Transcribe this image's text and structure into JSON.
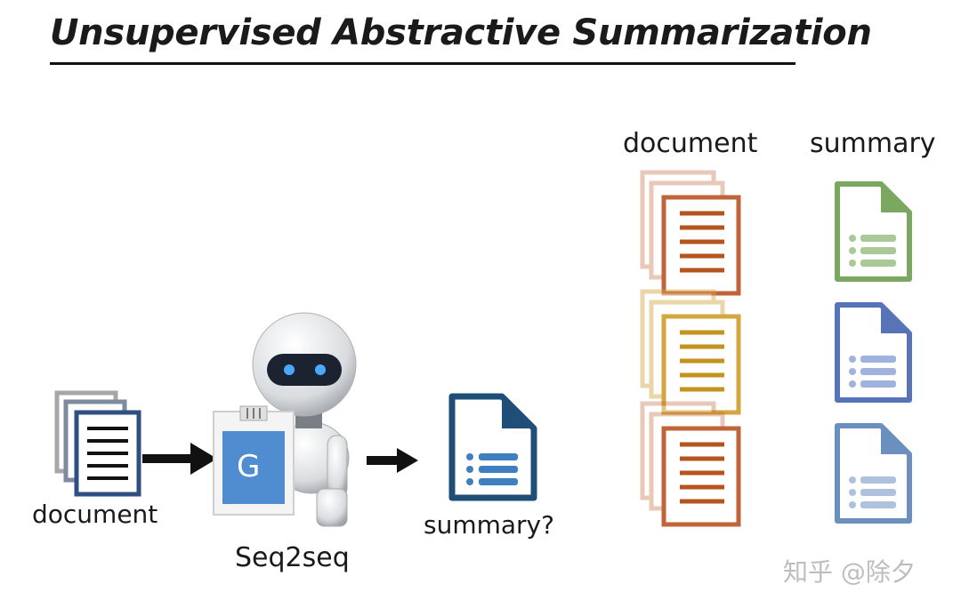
{
  "title": "Unsupervised Abstractive Summarization",
  "left_flow": {
    "input_label": "document",
    "model_label": "Seq2seq",
    "model_badge_letter": "G",
    "output_label": "summary?"
  },
  "right_panel": {
    "document_header": "document",
    "summary_header": "summary",
    "pairs": [
      {
        "doc_color": "#c0643a",
        "summary_color": "#7aa860"
      },
      {
        "doc_color": "#d4a640",
        "summary_color": "#5774b8"
      },
      {
        "doc_color": "#c0643a",
        "summary_color": "#6b8fbf"
      }
    ]
  },
  "watermark": "知乎 @除夕",
  "colors": {
    "left_doc": "#2f4f80",
    "summary_left": "#1f4e79",
    "arrow": "#111111",
    "badge": "#4f8cd0"
  }
}
